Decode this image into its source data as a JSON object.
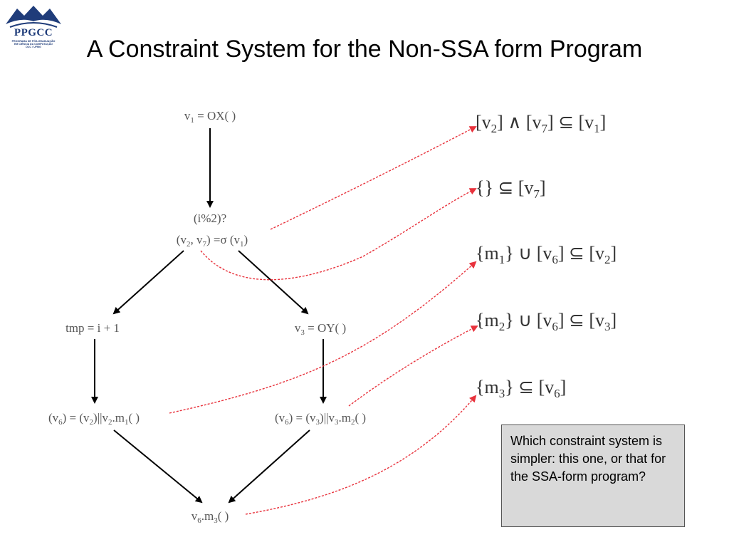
{
  "logo": {
    "text": "PPGCC",
    "lines": [
      "PROGRAMA DE PÓS-GRADUAÇÃO",
      "EM CIÊNCIA DA COMPUTAÇÃO",
      "DCC • UFMG"
    ]
  },
  "slide": {
    "title": "A Constraint System for the Non-SSA form Program"
  },
  "nodes": {
    "n1": [
      "v",
      "1",
      " = OX( )"
    ],
    "n2a": [
      "(i%2)?"
    ],
    "n2b": [
      "(v",
      "2",
      ", v",
      "7",
      ") =σ (v",
      "1",
      ")"
    ],
    "n3": [
      "tmp = i + 1"
    ],
    "n4": [
      "v",
      "3",
      " = OY( )"
    ],
    "n5": [
      "(v",
      "6",
      ") = (v",
      "2",
      ")||v",
      "2",
      ".m",
      "1",
      "( )"
    ],
    "n6": [
      "(v",
      "6",
      ") = (v",
      "3",
      ")||v",
      "3",
      ".m",
      "2",
      "( )"
    ],
    "n7": [
      "v",
      "6",
      ".m",
      "3",
      "( )"
    ]
  },
  "constraints": {
    "c1": [
      "[v",
      "2",
      "] ∧ [v",
      "7",
      "] ⊆ [v",
      "1",
      "]"
    ],
    "c2": [
      "{} ⊆ [v",
      "7",
      "]"
    ],
    "c3": [
      "{m",
      "1",
      "} ∪ [v",
      "6",
      "] ⊆ [v",
      "2",
      "]"
    ],
    "c4": [
      "{m",
      "2",
      "} ∪ [v",
      "6",
      "] ⊆ [v",
      "3",
      "]"
    ],
    "c5": [
      "{m",
      "3",
      "} ⊆ [v",
      "6",
      "]"
    ]
  },
  "note": {
    "text": "Which constraint system is simpler: this one, or that for the SSA-form program?"
  },
  "colors": {
    "edge": "#000000",
    "link": "#e8323c",
    "note_bg": "#d9d9d9",
    "logo": "#1f3c7a"
  }
}
